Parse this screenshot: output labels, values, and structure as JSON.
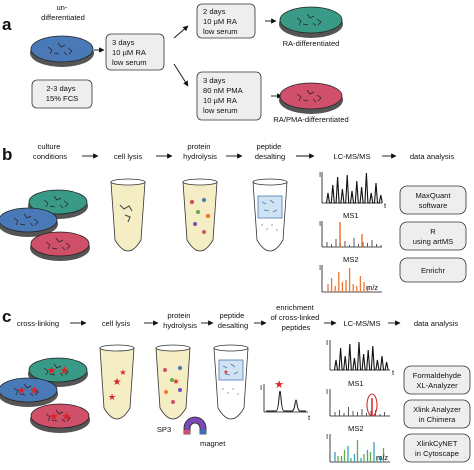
{
  "panels": {
    "a": {
      "letter": "a",
      "undiff_label": [
        "un-",
        "differentiated"
      ],
      "culture_box": [
        "2-3 days",
        "15% FCS"
      ],
      "step_box": [
        "3 days",
        "10 µM RA",
        "low serum"
      ],
      "ra_box": [
        "2 days",
        "10 µM RA",
        "low serum"
      ],
      "pma_box": [
        "3 days",
        "80 nM PMA",
        "10 µM RA",
        "low serum"
      ],
      "ra_result": "RA-differentiated",
      "pma_result": "RA/PMA-differentiated"
    },
    "b": {
      "letter": "b",
      "steps": {
        "culture": [
          "culture",
          "conditions"
        ],
        "lysis": [
          "cell lysis"
        ],
        "hydrolysis": [
          "protein",
          "hydrolysis"
        ],
        "desalting": [
          "peptide",
          "desalting"
        ],
        "lcms": [
          "LC-MS/MS"
        ],
        "analysis": [
          "data analysis"
        ]
      },
      "ms": [
        "MS1",
        "MS2"
      ],
      "axis": {
        "i": "I",
        "t": "t",
        "mz": "m/z"
      },
      "tools": [
        [
          "MaxQuant",
          "software"
        ],
        [
          "R",
          "using artMS"
        ],
        [
          "Enrichr"
        ]
      ]
    },
    "c": {
      "letter": "c",
      "steps": {
        "crosslink": [
          "cross-linking"
        ],
        "lysis": [
          "cell lysis"
        ],
        "hydrolysis": [
          "protein",
          "hydrolysis"
        ],
        "desalting": [
          "peptide",
          "desalting"
        ],
        "enrichment": [
          "enrichment",
          "of cross-linked",
          "peptides"
        ],
        "lcms": [
          "LC-MS/MS"
        ],
        "analysis": [
          "data analysis"
        ]
      },
      "sp3": "SP3",
      "magnet": "magnet",
      "ms": [
        "MS1",
        "MS2"
      ],
      "axis": {
        "i": "I",
        "t": "t",
        "mz": "m/z"
      },
      "tools": [
        [
          "Formaldehyde",
          "XL-Analyzer"
        ],
        [
          "Xlink Analyzer",
          "in Chimera"
        ],
        [
          "XlinkCyNET",
          "in Cytoscape"
        ]
      ]
    }
  },
  "colors": {
    "blue": "#4a79b8",
    "teal": "#3a9a88",
    "red": "#d0506a",
    "orange": "#ee7733",
    "tube_fill": "#f5edc4",
    "box_fill": "#eeeeee",
    "star": "#dd2222",
    "highlight": "#cc3333",
    "cyan_peak": "#3aa0c0",
    "green_peak": "#66aa44"
  }
}
